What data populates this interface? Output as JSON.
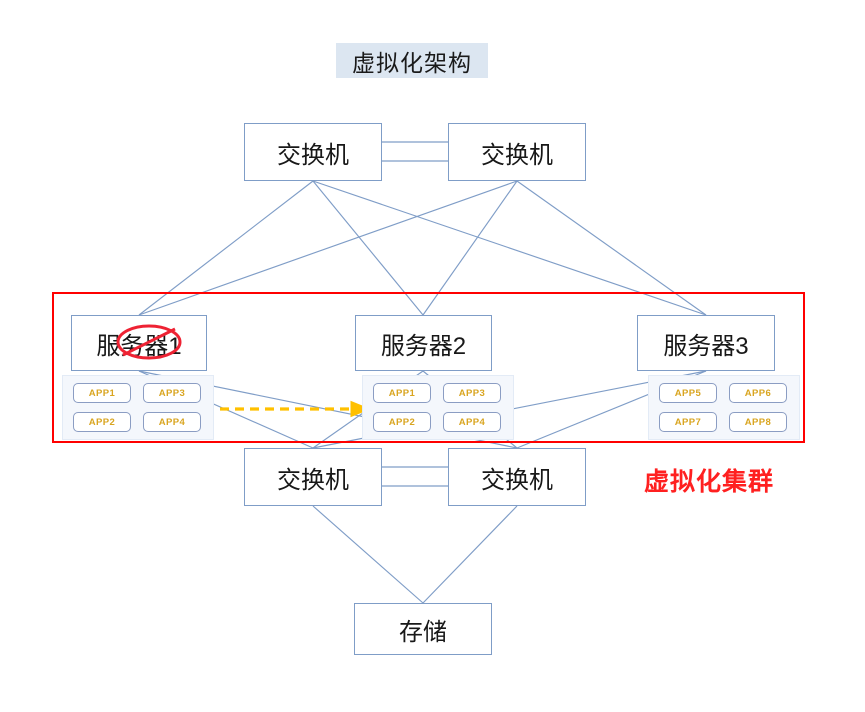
{
  "diagram": {
    "title": "虚拟化架构",
    "cluster_label": "虚拟化集群",
    "cluster_border_color": "#ff0000",
    "title_bg_color": "#dce6f1",
    "node_border_color": "#7f9dc7",
    "link_color": "#7f9dc7",
    "migration_arrow_color": "#ffc000",
    "app_text_color": "#d9a520",
    "failure_mark_color": "#ff0000"
  },
  "switches": {
    "top_left": "交换机",
    "top_right": "交换机",
    "bottom_left": "交换机",
    "bottom_right": "交换机"
  },
  "servers": [
    {
      "name": "服务器1",
      "status": "failed",
      "apps": [
        "APP1",
        "APP3",
        "APP2",
        "APP4"
      ]
    },
    {
      "name": "服务器2",
      "status": "active",
      "apps": [
        "APP1",
        "APP3",
        "APP2",
        "APP4"
      ]
    },
    {
      "name": "服务器3",
      "status": "active",
      "apps": [
        "APP5",
        "APP6",
        "APP7",
        "APP8"
      ]
    }
  ],
  "storage": {
    "label": "存储"
  }
}
